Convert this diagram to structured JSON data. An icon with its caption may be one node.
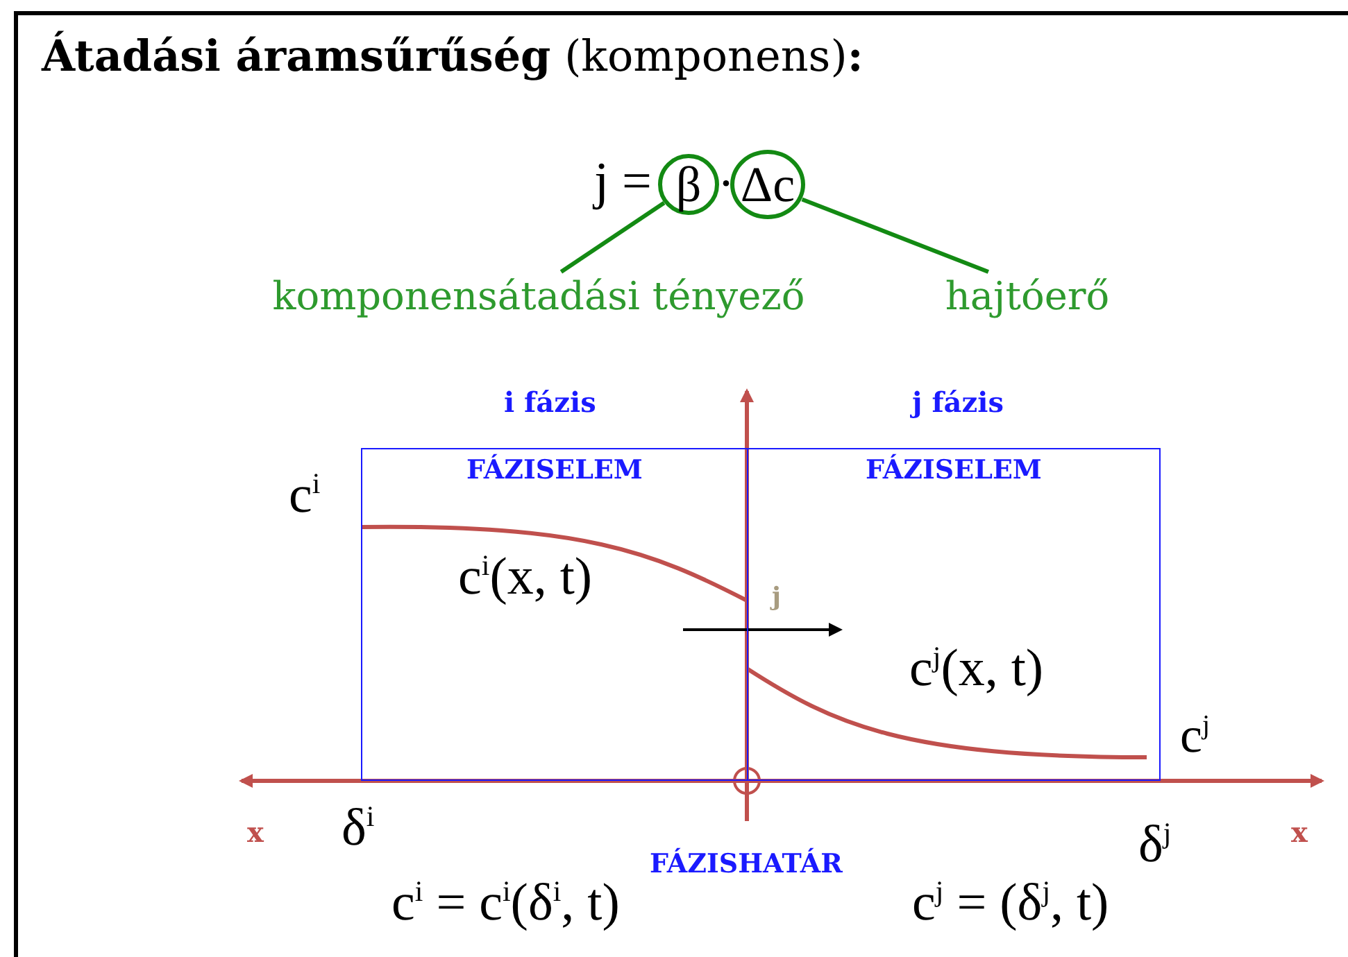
{
  "diagram": {
    "title": "**Átadási áramsűrűség** (komponens)**:**",
    "nodes": [
      {
        "text": [
          "β"
        ]
      },
      {
        "text": [
          "Δc"
        ]
      },
      {
        "text": [
          "komponensátadási tényező"
        ]
      },
      {
        "text": [
          "hajtóerő"
        ]
      },
      {
        "text": [
          "FÁZISELEM"
        ]
      },
      {
        "text": [
          "FÁZISELEM"
        ]
      }
    ],
    "edges": [
      {
        "from": 2,
        "to": 0,
        "arrow": "none"
      },
      {
        "from": 3,
        "to": 1,
        "arrow": "none"
      },
      {
        "from": 4,
        "to": 5,
        "arrow": "to",
        "label": "j",
        "color": "#000000"
      }
    ],
    "labels": [
      "j =",
      "·",
      "i fázis",
      "j fázis",
      "c$^{i}$",
      "c$^{i}$(x, t)",
      "c$^{j}$(x, t)",
      "c$^{j}$",
      "x",
      "δ$^{i}$",
      "δ$^{j}$",
      "x",
      "FÁZISHATÁR",
      "c$^{i}$ = c$^{i}$(δ$^{i}$, t)",
      "c$^{j}$ = (δ$^{j}$, t)"
    ]
  }
}
